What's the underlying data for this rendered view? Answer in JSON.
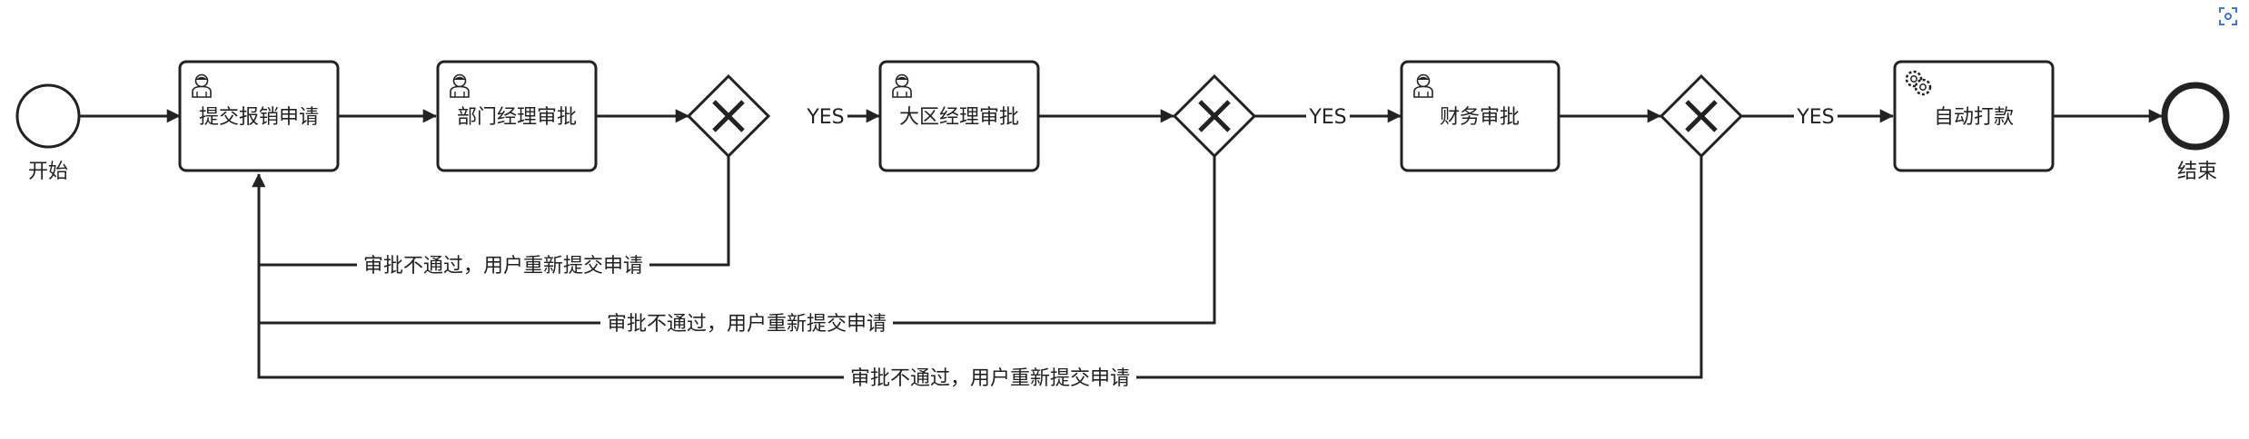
{
  "nodes": {
    "start": {
      "label": "开始"
    },
    "submit": {
      "label": "提交报销申请",
      "icon": "user-icon"
    },
    "dept_approve": {
      "label": "部门经理审批",
      "icon": "user-icon"
    },
    "region_approve": {
      "label": "大区经理审批",
      "icon": "user-icon"
    },
    "finance_approve": {
      "label": "财务审批",
      "icon": "user-icon"
    },
    "auto_pay": {
      "label": "自动打款",
      "icon": "gear-icon"
    },
    "end": {
      "label": "结束"
    }
  },
  "gateways": [
    "exclusive-gateway-1",
    "exclusive-gateway-2",
    "exclusive-gateway-3"
  ],
  "edges": {
    "yes1": "YES",
    "yes2": "YES",
    "yes3": "YES",
    "reject1": "审批不通过，用户重新提交申请",
    "reject2": "审批不通过，用户重新提交申请",
    "reject3": "审批不通过，用户重新提交申请"
  },
  "toolbar": {
    "fit_icon": "fit-view-icon"
  },
  "colors": {
    "stroke": "#222222",
    "icon_accent": "#3c78d8"
  }
}
